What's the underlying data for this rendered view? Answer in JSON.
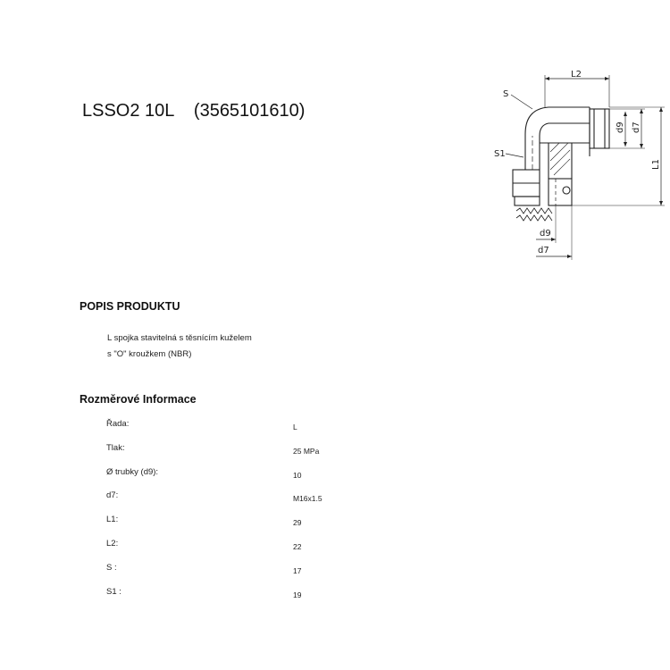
{
  "product": {
    "code": "LSSO2 10L",
    "number": "(3565101610)"
  },
  "drawing": {
    "labels": {
      "L2": "L2",
      "S": "S",
      "S1": "S1",
      "d9_right": "d9",
      "d7_right": "d7",
      "L1": "L1",
      "d9_bottom": "d9",
      "d7_bottom": "d7"
    }
  },
  "description": {
    "heading": "POPIS PRODUKTU",
    "line1": "L spojka stavitelná s těsnícím kuželem",
    "line2": "s \"O\" kroužkem (NBR)"
  },
  "dimensions": {
    "heading": "Rozměrové Informace",
    "rows": [
      {
        "label": "Řada:",
        "value": "L"
      },
      {
        "label": "Tlak:",
        "value": "25  MPa"
      },
      {
        "label": "Ø trubky (d9):",
        "value": "10"
      },
      {
        "label": "d7:",
        "value": "M16x1.5"
      },
      {
        "label": "L1:",
        "value": "29"
      },
      {
        "label": "L2:",
        "value": "22"
      },
      {
        "label": "S :",
        "value": "17"
      },
      {
        "label": "S1 :",
        "value": "19"
      }
    ]
  }
}
